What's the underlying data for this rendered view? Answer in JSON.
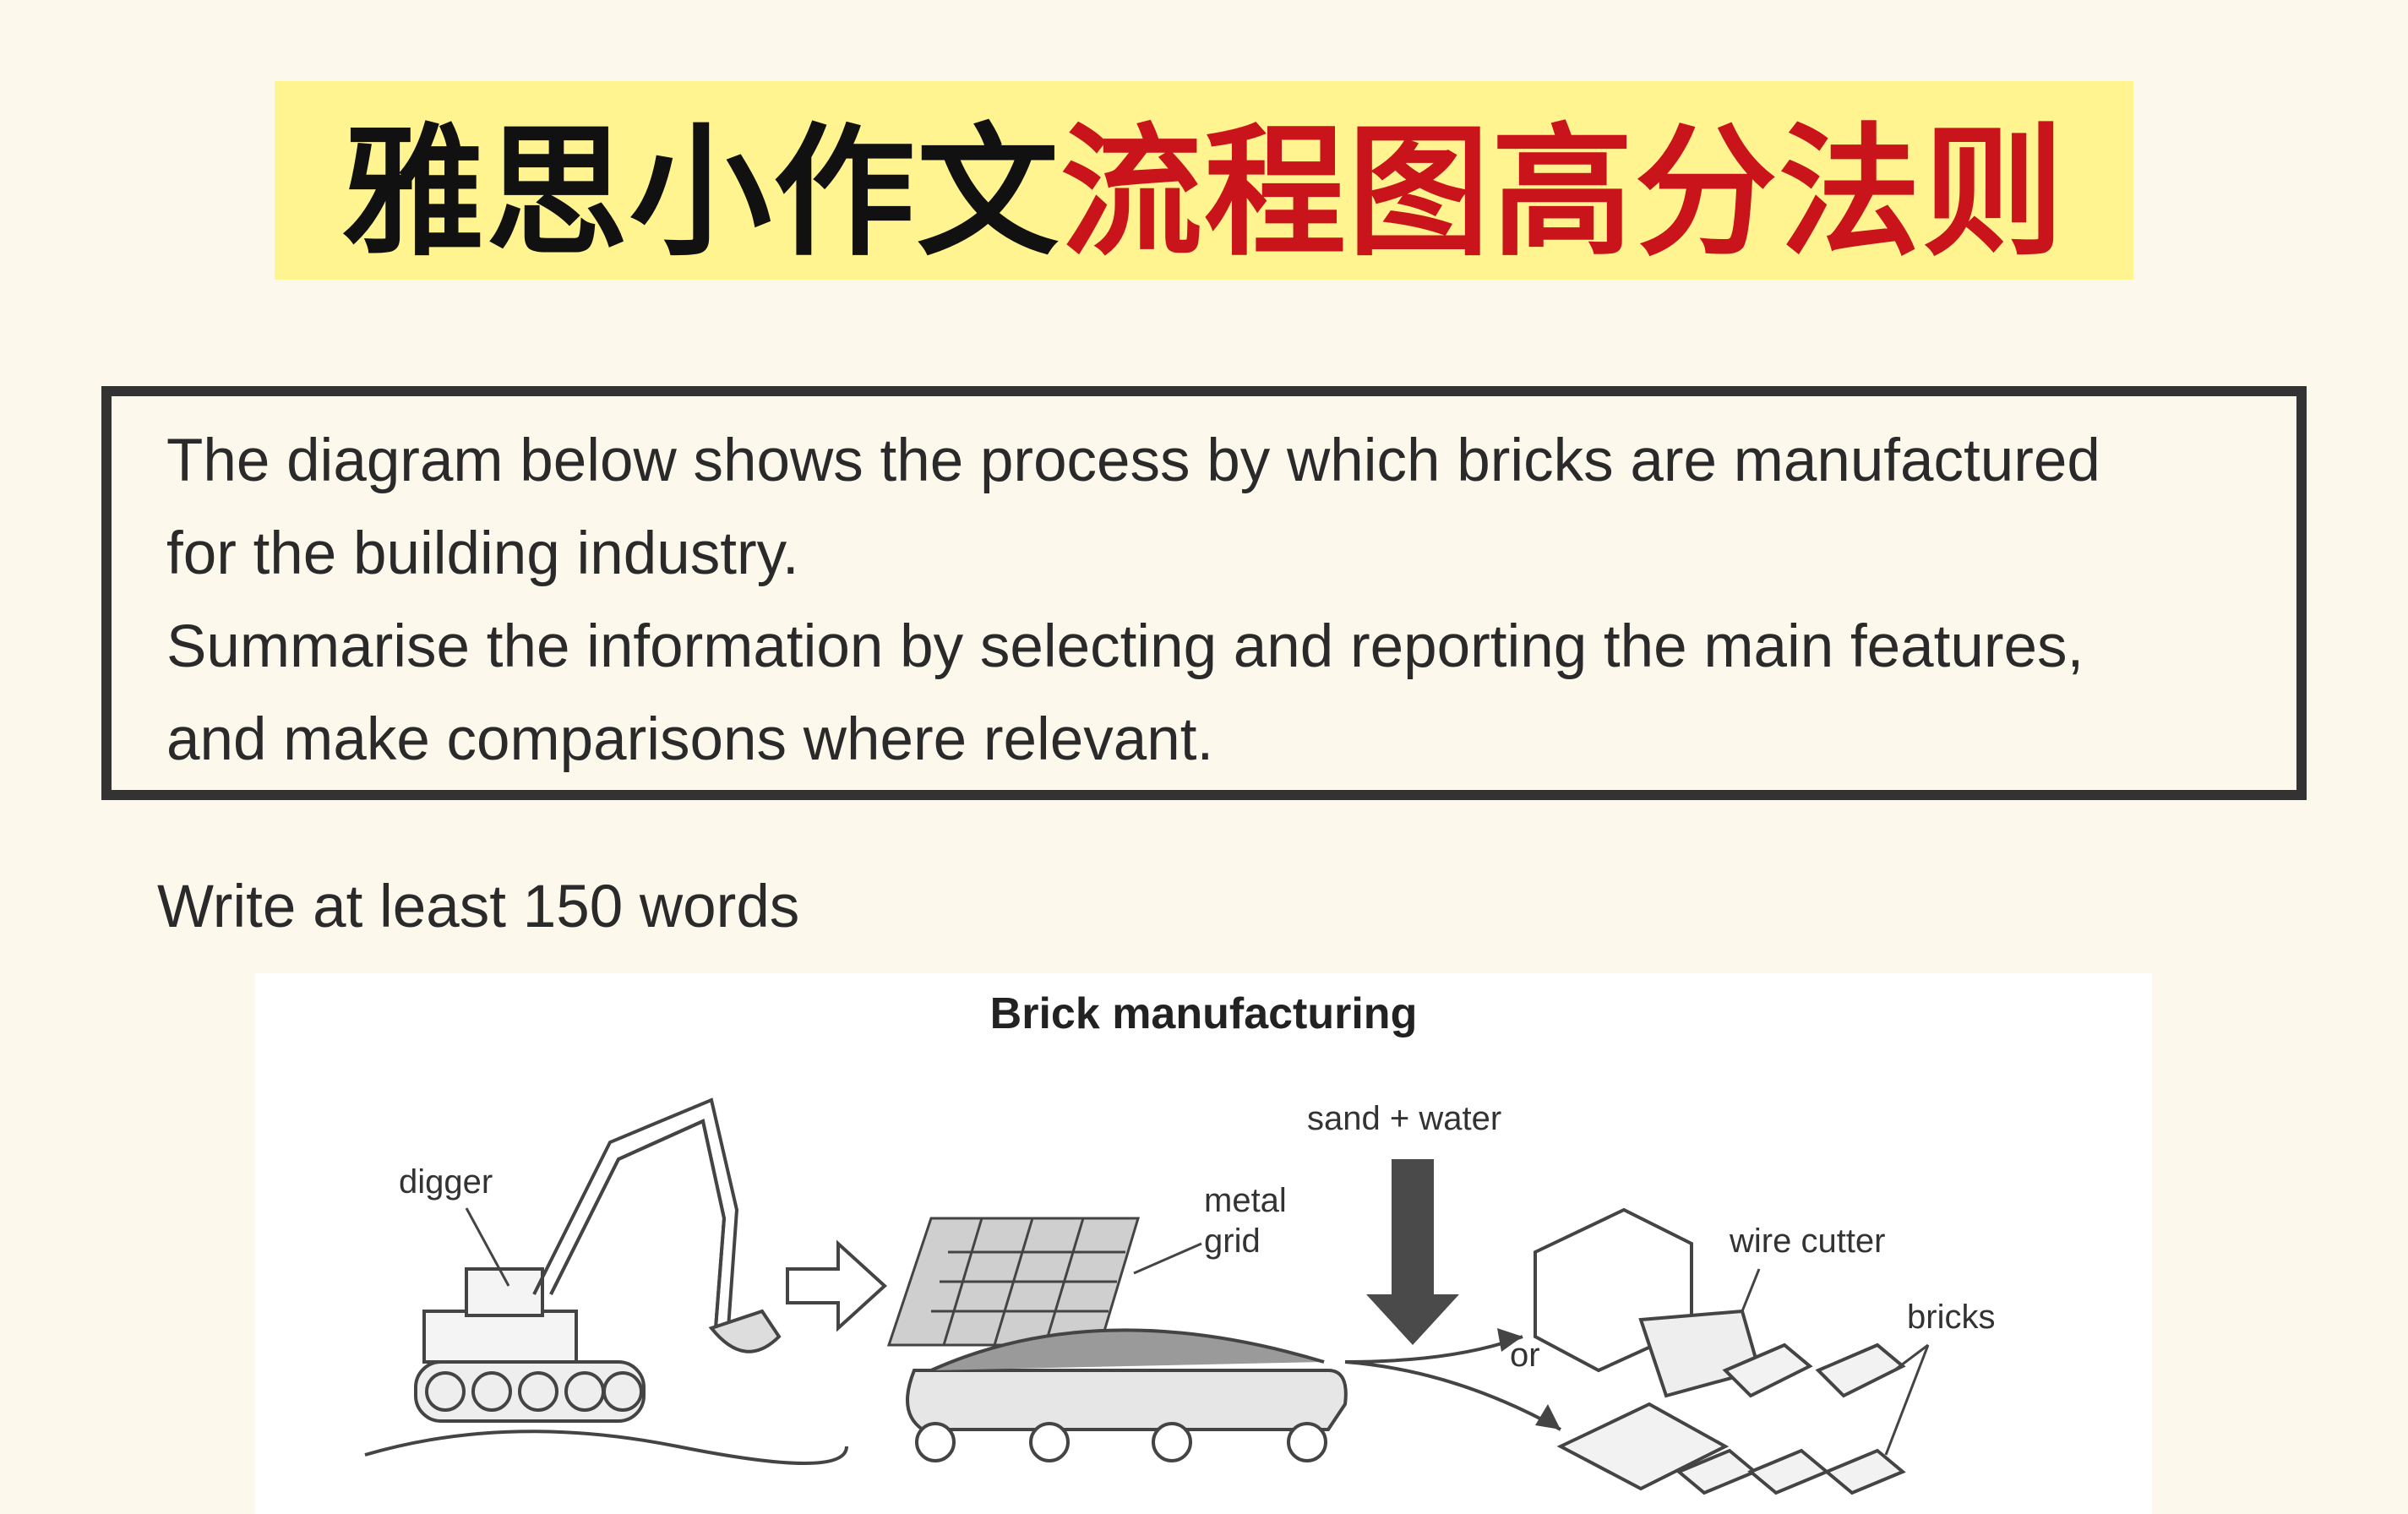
{
  "header": {
    "title_black": "雅思小作文",
    "title_red": "流程图高分法则"
  },
  "prompt": {
    "line1": "The diagram below shows the process by which bricks are manufactured",
    "line2": "for the building industry.",
    "line3": "Summarise the information by selecting and reporting the main features,",
    "line4": "and make comparisons where relevant."
  },
  "min_words": "Write at least 150 words",
  "diagram": {
    "title": "Brick manufacturing",
    "labels": {
      "digger": "digger",
      "metal_grid_1": "metal",
      "metal_grid_2": "grid",
      "sand_water": "sand + water",
      "or": "or",
      "wire_cutter": "wire cutter",
      "bricks": "bricks"
    }
  },
  "colors": {
    "background": "#fdf8ec",
    "title_highlight": "#fff48f",
    "title_red": "#c8141a",
    "text": "#2a2a2a"
  }
}
